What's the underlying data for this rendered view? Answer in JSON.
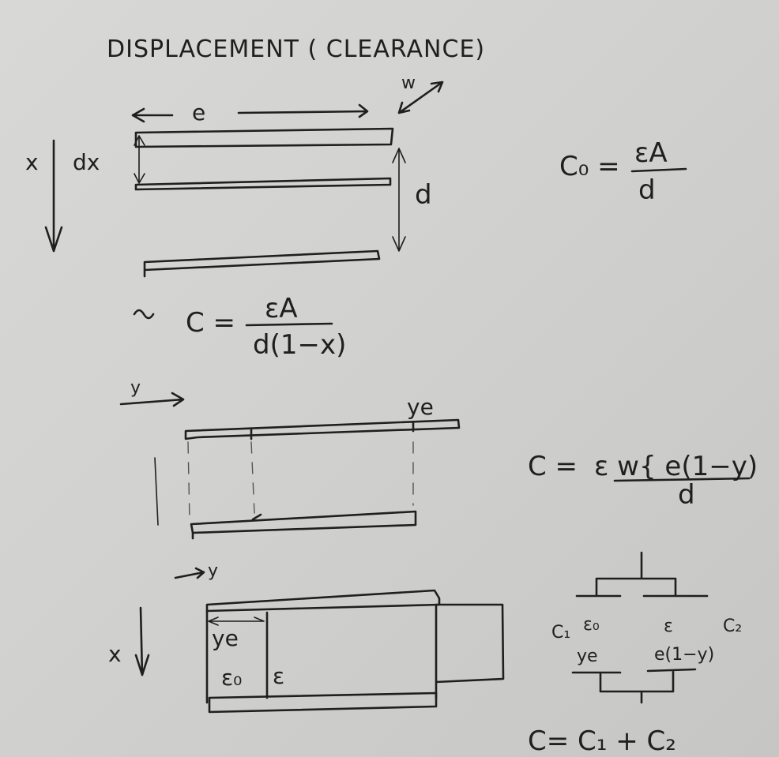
{
  "title": "DISPLACEMENT ( CLEARANCE)",
  "diagram1": {
    "label_e": "e",
    "label_w": "w",
    "label_x": "x",
    "label_dx": "dx",
    "label_d": "d",
    "formula_c0_lhs": "C₀ =",
    "formula_c0_num": "εA",
    "formula_c0_den": "d",
    "formula_c_lhs": "C =",
    "formula_c_num": "εA",
    "formula_c_den": "d(1−x)"
  },
  "diagram2": {
    "label_y": "y",
    "label_ye": "ye",
    "formula_lhs": "C =",
    "formula_num": "ε w{ e(1−y)",
    "formula_den": "d"
  },
  "diagram3": {
    "label_y": "y",
    "label_x": "x",
    "label_ye": "ye",
    "label_eps0": "ε₀",
    "label_eps": "ε",
    "circuit": {
      "c1": "C₁",
      "c2": "C₂",
      "eps0": "ε₀",
      "eps": "ε",
      "ye": "ye",
      "e1y": "e(1−y)"
    },
    "formula_sum": "C= C₁ + C₂"
  }
}
